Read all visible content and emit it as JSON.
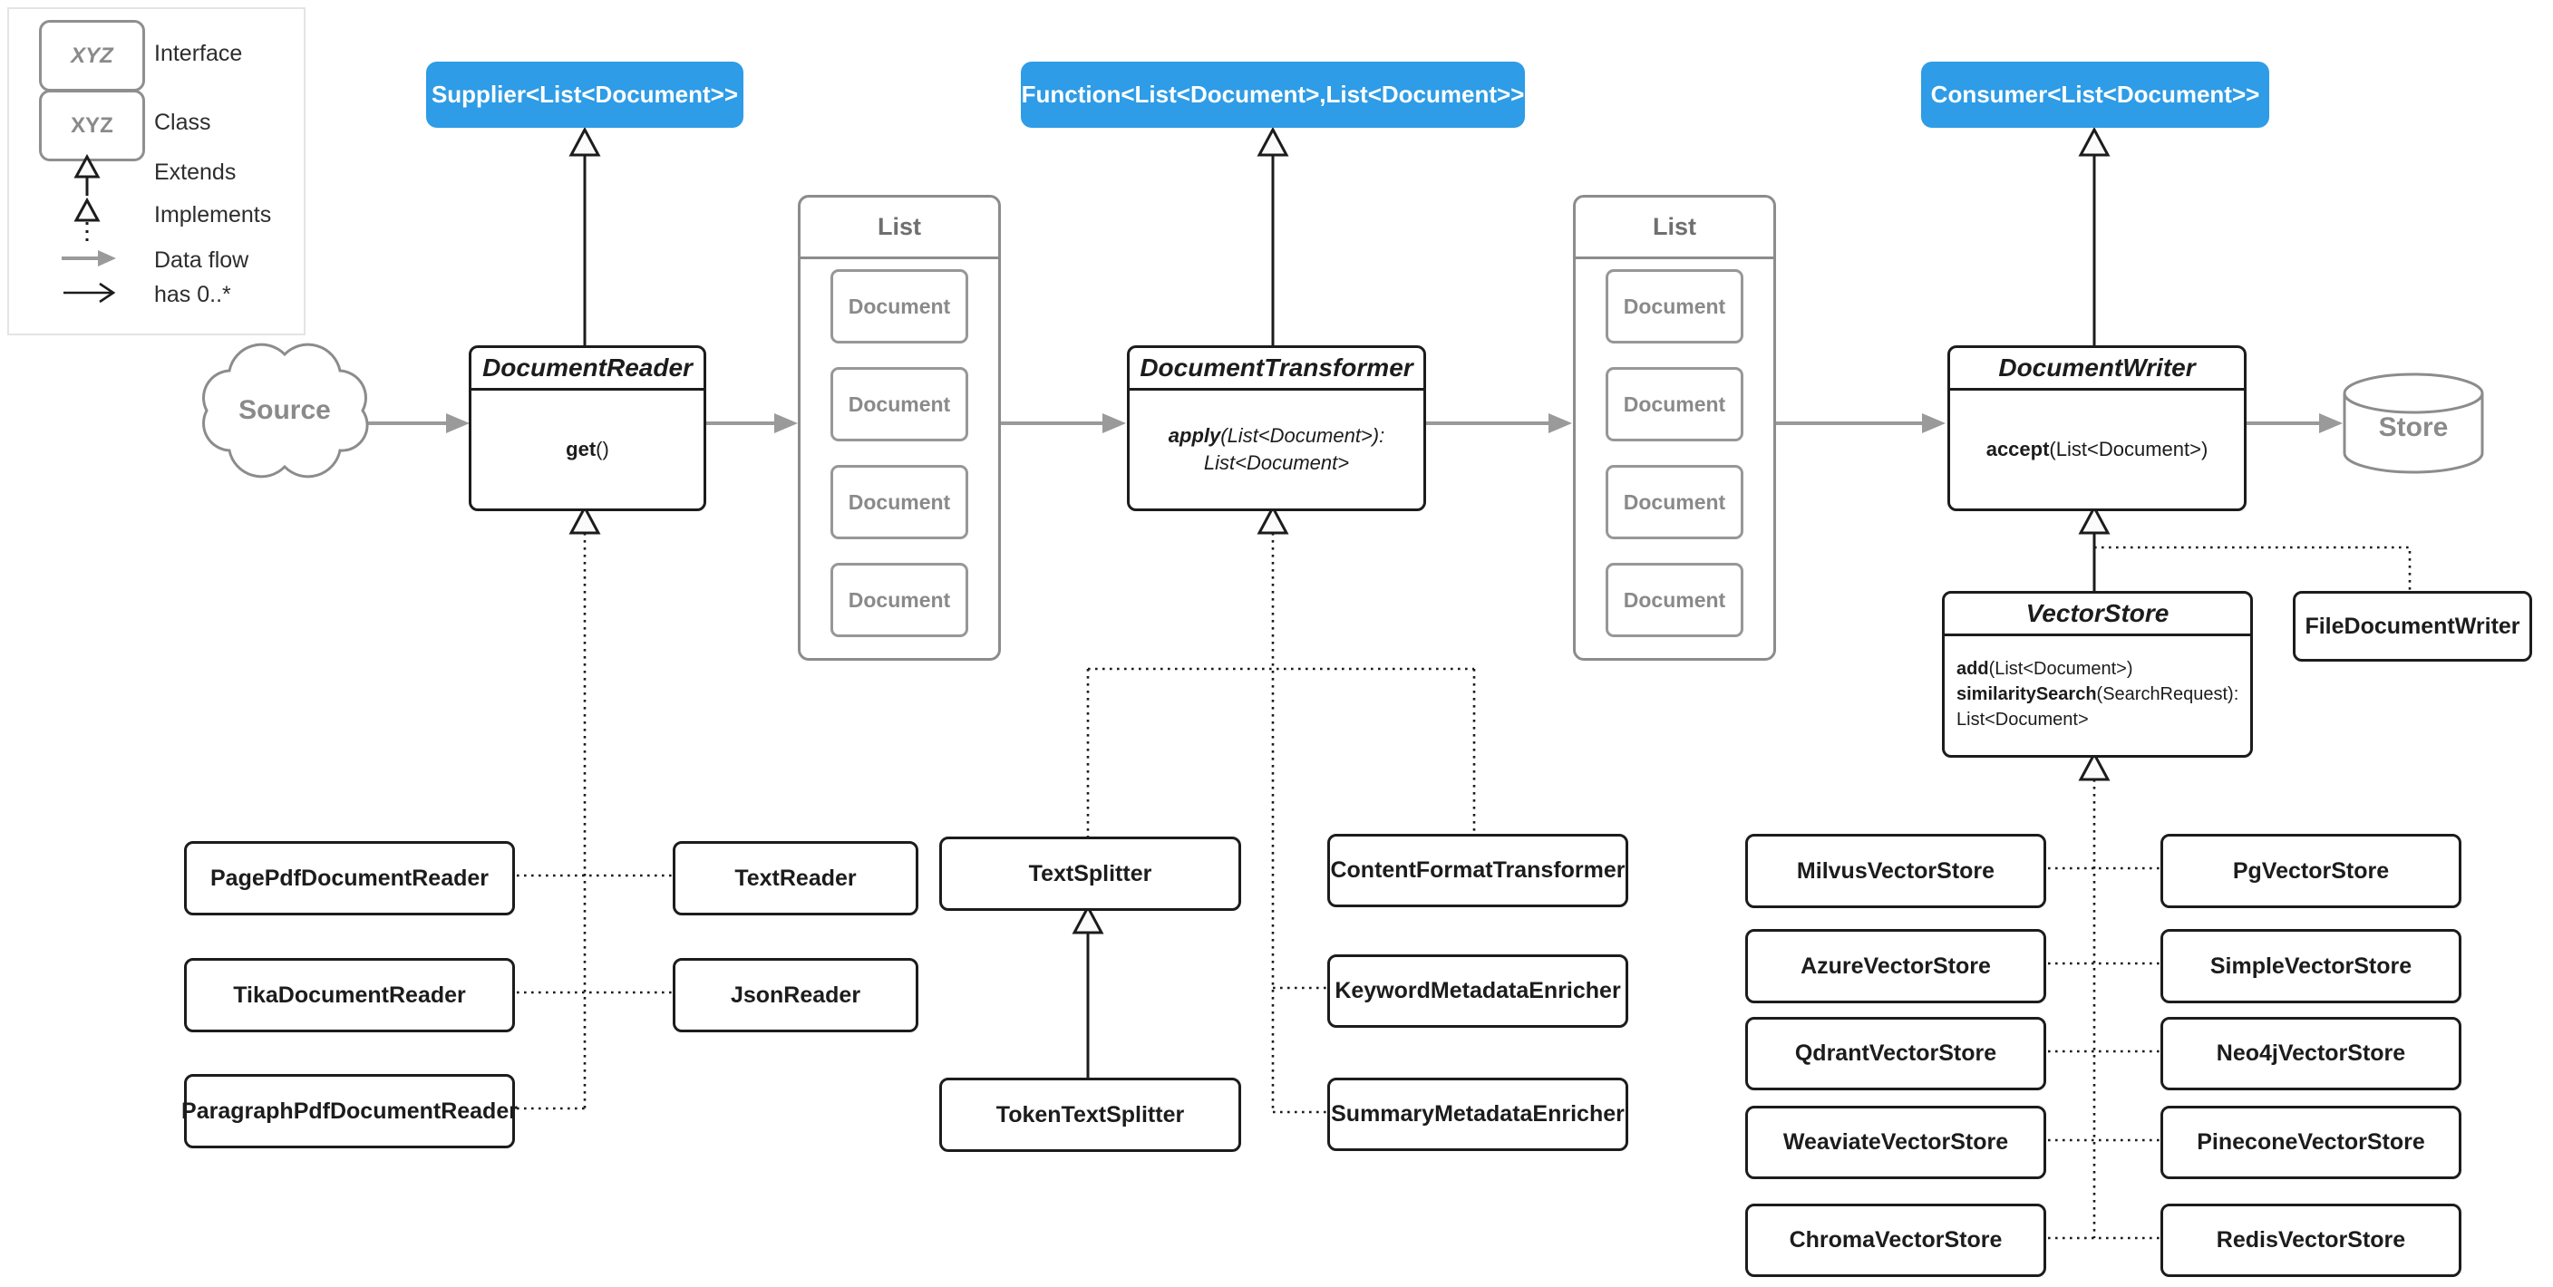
{
  "legend": {
    "interface_sample": "XYZ",
    "class_sample": "XYZ",
    "rows": {
      "interface": "Interface",
      "class": "Class",
      "extends": "Extends",
      "implements": "Implements",
      "data_flow": "Data flow",
      "has": "has 0..*"
    }
  },
  "interfaces": {
    "supplier": "Supplier<List<Document>>",
    "function": "Function<List<Document>,List<Document>>",
    "consumer": "Consumer<List<Document>>"
  },
  "pipeline": {
    "source_label": "Source",
    "store_label": "Store",
    "document_reader": {
      "title": "DocumentReader",
      "method_name": "get",
      "method_sig": "()"
    },
    "document_transformer": {
      "title": "DocumentTransformer",
      "method_name": "apply",
      "method_sig": "(List<Document>):",
      "method_return": "List<Document>"
    },
    "document_writer": {
      "title": "DocumentWriter",
      "method_name": "accept",
      "method_sig": "(List<Document>)"
    },
    "vector_store": {
      "title": "VectorStore",
      "m1_name": "add",
      "m1_sig": "(List<Document>)",
      "m2_name": "similaritySearch",
      "m2_sig": "(SearchRequest):",
      "m2_return": "List<Document>"
    }
  },
  "list_group": {
    "title": "List",
    "item_label": "Document"
  },
  "implementations": {
    "readers": [
      "PagePdfDocumentReader",
      "TikaDocumentReader",
      "ParagraphPdfDocumentReader",
      "TextReader",
      "JsonReader"
    ],
    "transformers": [
      "TextSplitter",
      "TokenTextSplitter",
      "ContentFormatTransformer",
      "KeywordMetadataEnricher",
      "SummaryMetadataEnricher"
    ],
    "writers": [
      "FileDocumentWriter"
    ],
    "vector_stores_left": [
      "MilvusVectorStore",
      "AzureVectorStore",
      "QdrantVectorStore",
      "WeaviateVectorStore",
      "ChromaVectorStore"
    ],
    "vector_stores_right": [
      "PgVectorStore",
      "SimpleVectorStore",
      "Neo4jVectorStore",
      "PineconeVectorStore",
      "RedisVectorStore"
    ]
  },
  "colors": {
    "interface_blue": "#2E9CE6",
    "box_border": "#1C1C1C",
    "muted_gray": "#8A8A8A",
    "flow_gray": "#9A9A9A"
  }
}
